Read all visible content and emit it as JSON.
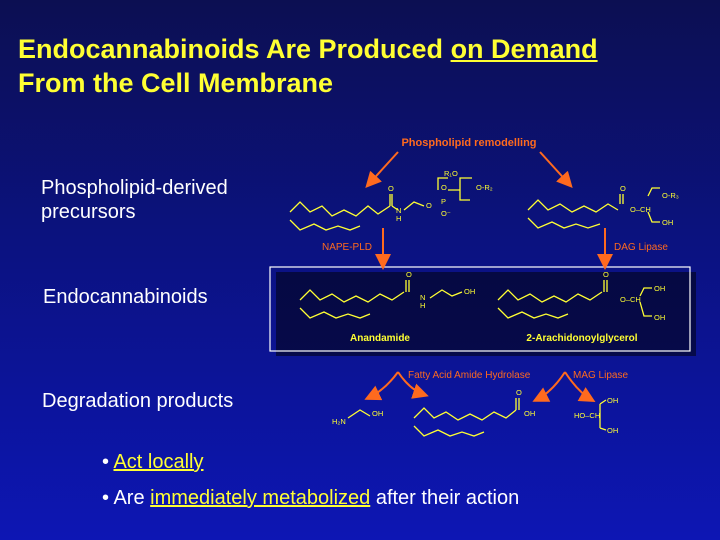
{
  "slide": {
    "title": {
      "part1": "Endocannabinoids Are Produced ",
      "emphasis": "on Demand",
      "line2": "From the Cell Membrane"
    }
  },
  "rows": {
    "precursors": "Phospholipid-derived precursors",
    "endocannabinoids": "Endocannabinoids",
    "degradation": "Degradation products"
  },
  "diagram": {
    "remodelling": "Phospholipid remodelling",
    "enzyme_nape": "NAPE-PLD",
    "enzyme_dag": "DAG Lipase",
    "enzyme_faah": "Fatty Acid Amide Hydrolase",
    "enzyme_mag": "MAG Lipase",
    "compound_1": "Anandamide",
    "compound_2": "2-Arachidonoylglycerol",
    "atoms": {
      "o": "O",
      "n": "N",
      "h": "H",
      "p": "P",
      "oh": "OH",
      "r1o": "R₁O",
      "or2": "O-R₂",
      "or3": "O-R₃",
      "ominus": "O⁻",
      "ch": "CH",
      "ocha": "O–CH",
      "h2n": "H₂N",
      "hoch": "HO–CH"
    }
  },
  "bullets": {
    "b1_highlight": "Act locally",
    "b2_prefix": "Are ",
    "b2_highlight": "immediately metabolized",
    "b2_suffix": " after their action"
  },
  "colors": {
    "title": "#ffff33",
    "arrow": "#ff6a1e",
    "chem": "#ffff33",
    "label": "#ffffff"
  }
}
